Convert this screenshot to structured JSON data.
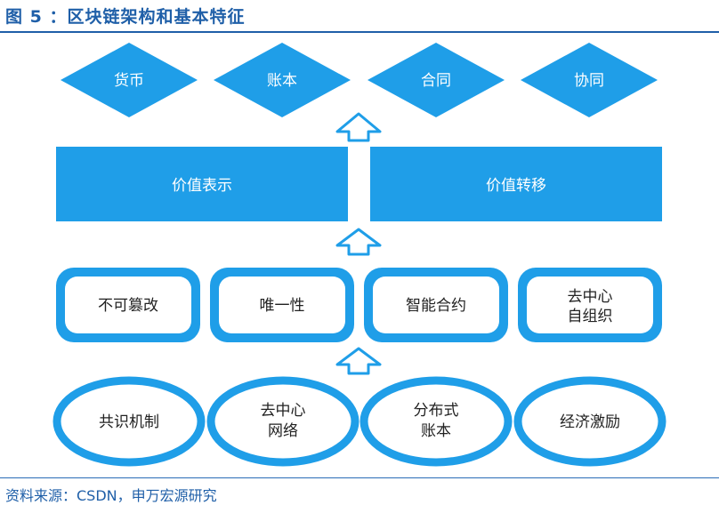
{
  "title": "图 5 ：区块链架构和基本特征",
  "source": "资料来源：CSDN，申万宏源研究",
  "colors": {
    "primary": "#1f9ee8",
    "title": "#1f5fa8",
    "text_dark": "#222222",
    "text_light": "#ffffff"
  },
  "layers": {
    "applications": [
      "货币",
      "账本",
      "合同",
      "协同"
    ],
    "value": [
      "价值表示",
      "价值转移"
    ],
    "properties": [
      [
        "不可篡改"
      ],
      [
        "唯一性"
      ],
      [
        "智能合约"
      ],
      [
        "去中心",
        "自组织"
      ]
    ],
    "foundations": [
      [
        "共识机制"
      ],
      [
        "去中心",
        "网络"
      ],
      [
        "分布式",
        "账本"
      ],
      [
        "经济激励"
      ]
    ]
  }
}
